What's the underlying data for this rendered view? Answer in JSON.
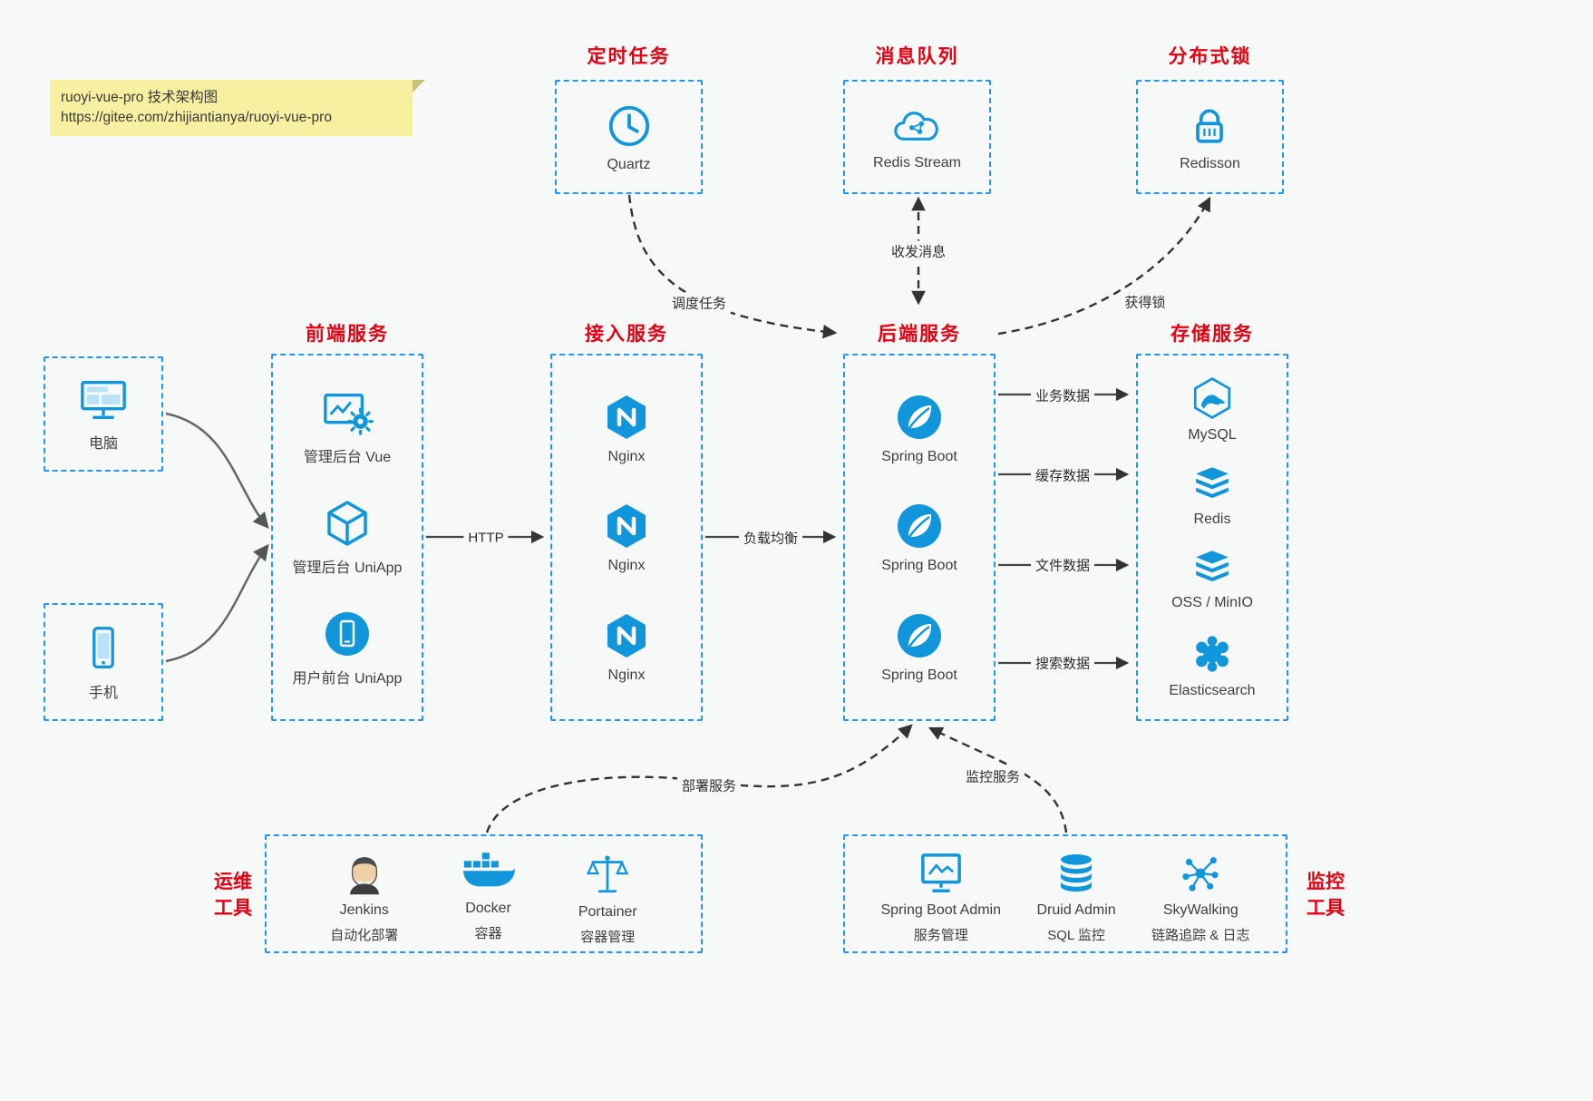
{
  "note": {
    "line1": "ruoyi-vue-pro 技术架构图",
    "line2": "https://gitee.com/zhijiantianya/ruoyi-vue-pro"
  },
  "top_boxes": [
    {
      "title": "定时任务",
      "label": "Quartz",
      "icon": "clock-icon"
    },
    {
      "title": "消息队列",
      "label": "Redis Stream",
      "icon": "cloud-network-icon"
    },
    {
      "title": "分布式锁",
      "label": "Redisson",
      "icon": "lock-icon"
    }
  ],
  "clients": [
    {
      "label": "电脑",
      "icon": "desktop-icon"
    },
    {
      "label": "手机",
      "icon": "smartphone-icon"
    }
  ],
  "frontend": {
    "title": "前端服务",
    "items": [
      {
        "label": "管理后台 Vue",
        "icon": "vue-admin-icon"
      },
      {
        "label": "管理后台 UniApp",
        "icon": "uniapp-box-icon"
      },
      {
        "label": "用户前台 UniApp",
        "icon": "uniapp-user-icon"
      }
    ]
  },
  "gateway": {
    "title": "接入服务",
    "items": [
      {
        "label": "Nginx"
      },
      {
        "label": "Nginx"
      },
      {
        "label": "Nginx"
      }
    ]
  },
  "backend": {
    "title": "后端服务",
    "items": [
      {
        "label": "Spring Boot"
      },
      {
        "label": "Spring Boot"
      },
      {
        "label": "Spring Boot"
      }
    ]
  },
  "storage": {
    "title": "存储服务",
    "items": [
      {
        "label": "MySQL",
        "icon": "mysql-icon"
      },
      {
        "label": "Redis",
        "icon": "redis-stack-icon"
      },
      {
        "label": "OSS / MinIO",
        "icon": "oss-minio-icon"
      },
      {
        "label": "Elasticsearch",
        "icon": "elasticsearch-icon"
      }
    ]
  },
  "ops": {
    "title": "运维工具",
    "items": [
      {
        "name": "Jenkins",
        "desc": "自动化部署",
        "icon": "jenkins-icon"
      },
      {
        "name": "Docker",
        "desc": "容器",
        "icon": "docker-icon"
      },
      {
        "name": "Portainer",
        "desc": "容器管理",
        "icon": "portainer-icon"
      }
    ]
  },
  "monitor": {
    "title": "监控工具",
    "items": [
      {
        "name": "Spring Boot Admin",
        "desc": "服务管理",
        "icon": "spring-boot-admin-icon"
      },
      {
        "name": "Druid Admin",
        "desc": "SQL 监控",
        "icon": "druid-icon"
      },
      {
        "name": "SkyWalking",
        "desc": "链路追踪 & 日志",
        "icon": "skywalking-icon"
      }
    ]
  },
  "edges": {
    "http": "HTTP",
    "load_balance": "负载均衡",
    "dispatch": "调度任务",
    "messages": "收发消息",
    "lock": "获得锁",
    "business": "业务数据",
    "cache": "缓存数据",
    "file": "文件数据",
    "search": "搜索数据",
    "deploy": "部署服务",
    "monitoring": "监控服务"
  },
  "colors": {
    "accent_blue": "#1296db",
    "border_blue": "#2196f3",
    "title_red": "#e60012",
    "note_bg": "#f6f0a0",
    "arrow_dark": "#333333"
  }
}
